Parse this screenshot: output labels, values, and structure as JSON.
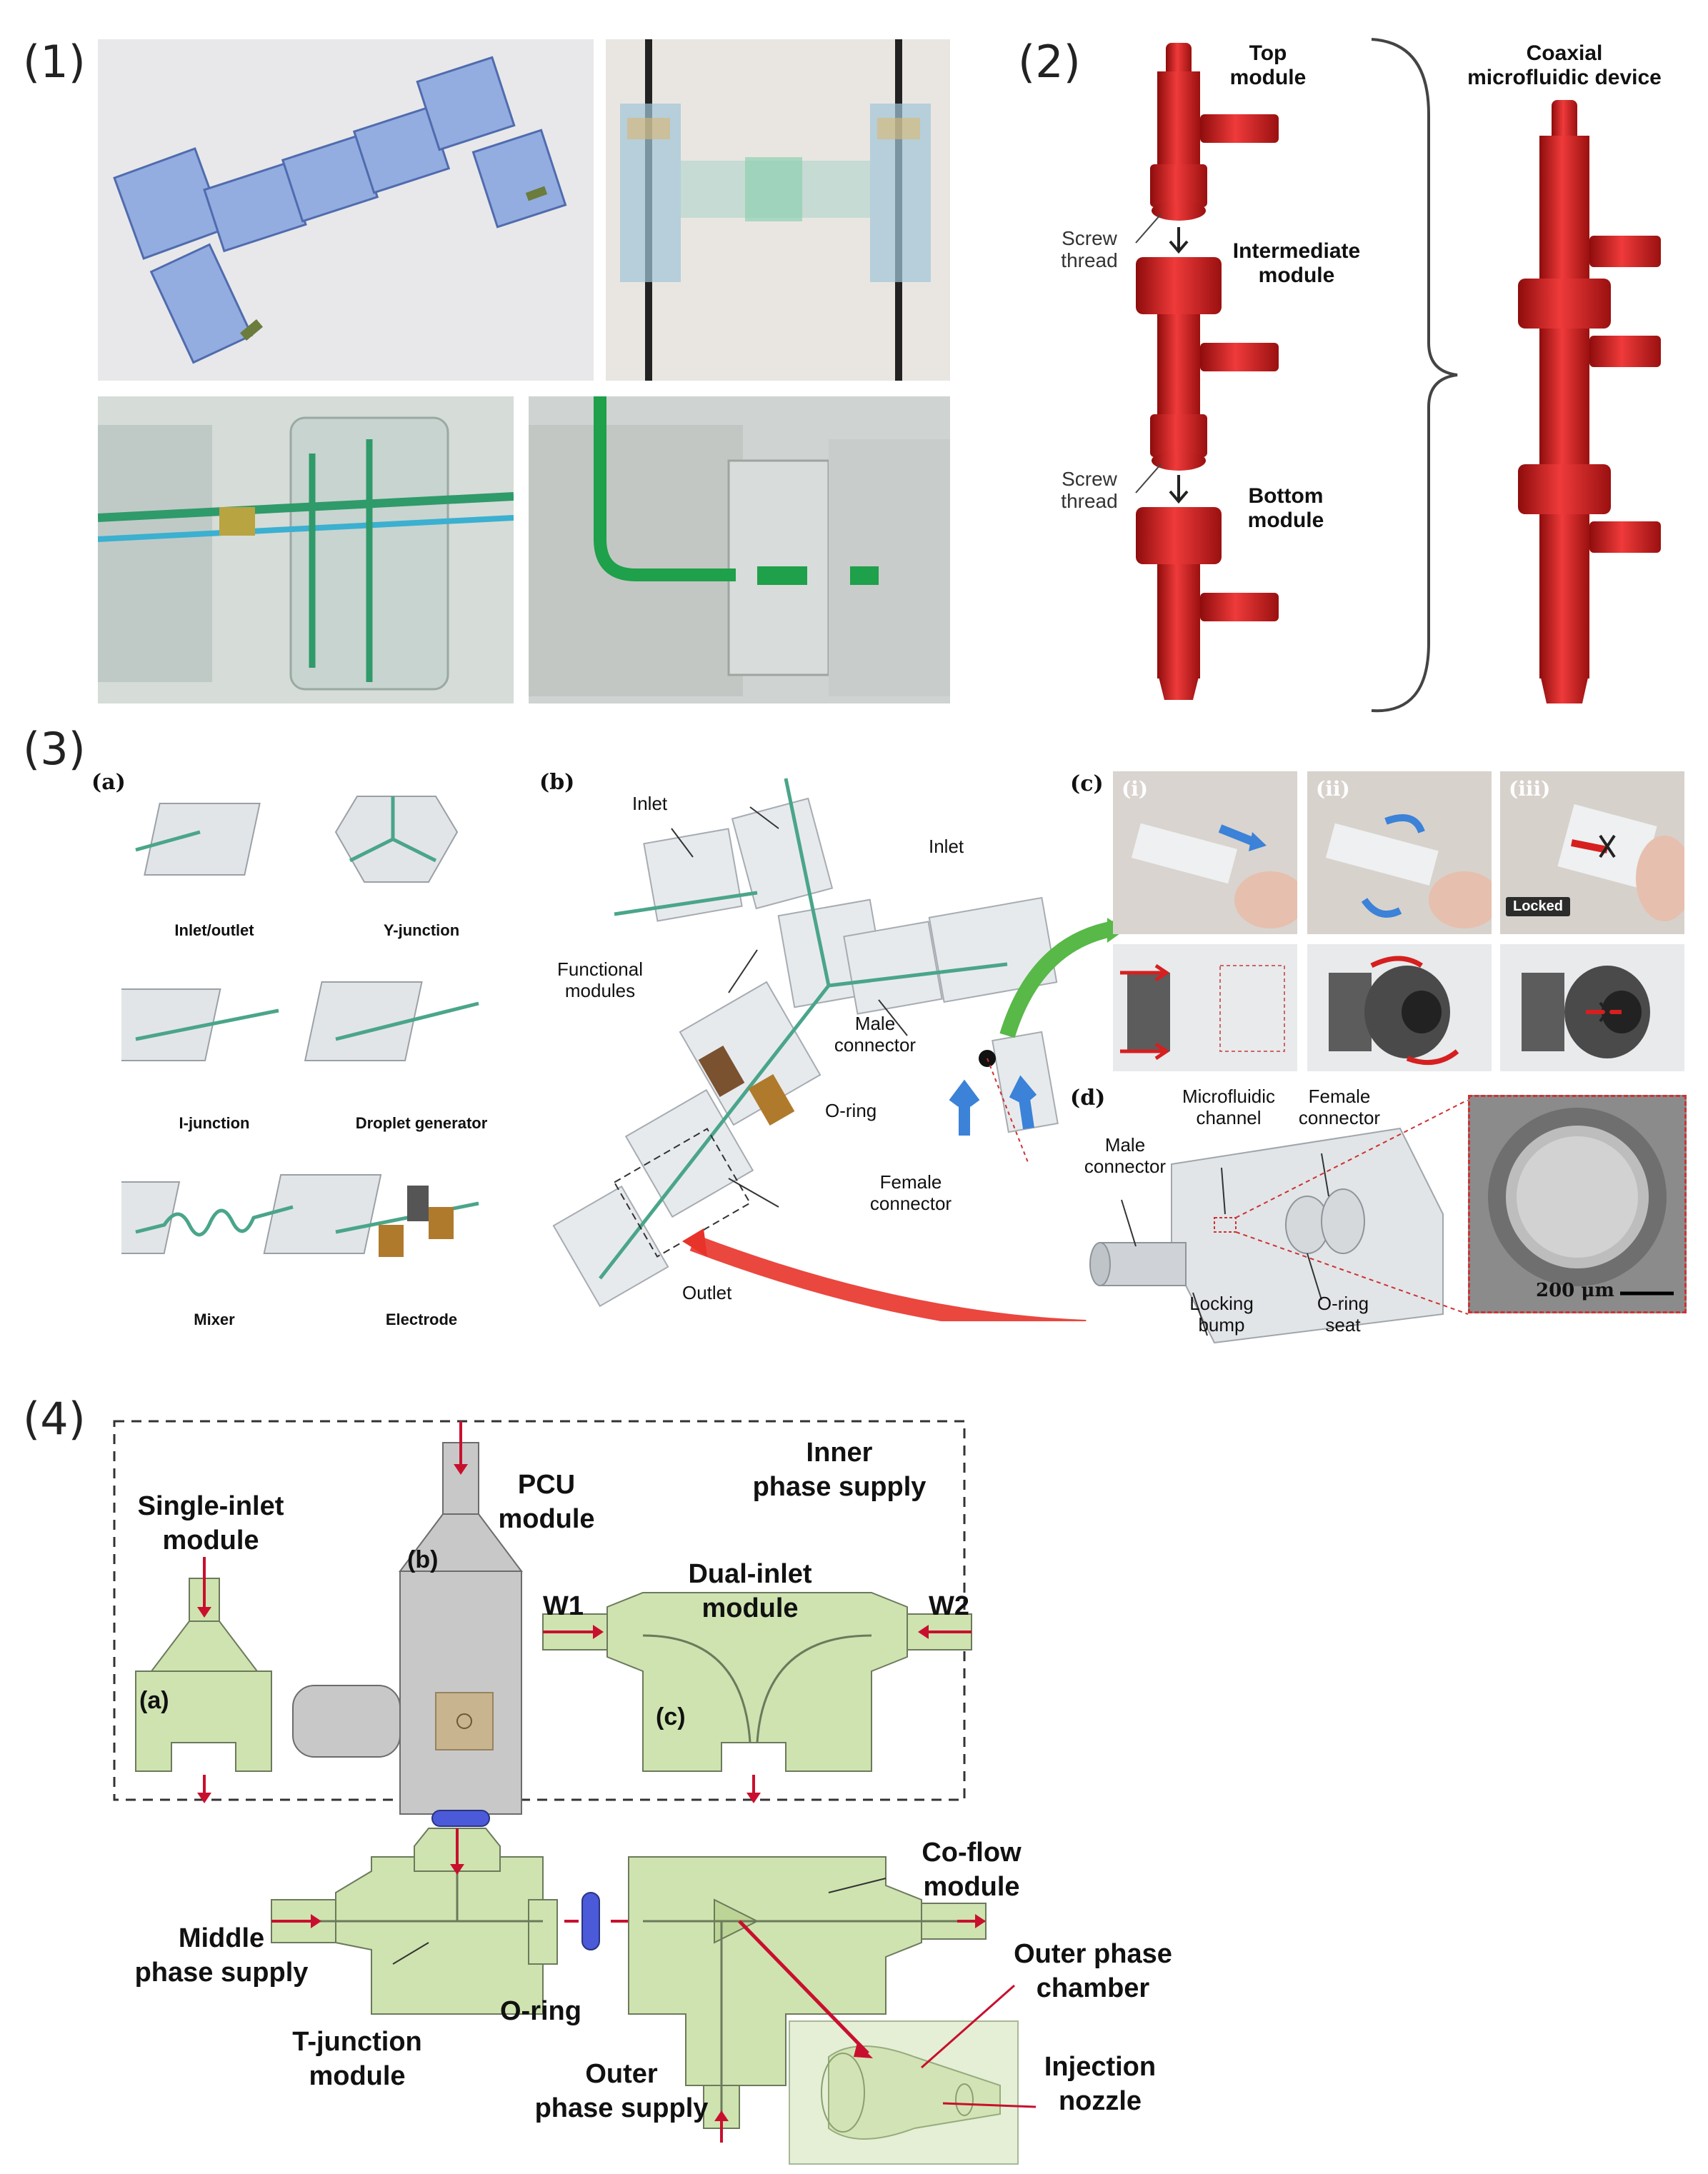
{
  "panels": {
    "p1": {
      "label": "(1)"
    },
    "p2": {
      "label": "(2)",
      "top_module": "Top\nmodule",
      "intermediate_module": "Intermediate\nmodule",
      "bottom_module": "Bottom\nmodule",
      "screw_thread_1": "Screw\nthread",
      "screw_thread_2": "Screw\nthread",
      "device_title": "Coaxial\nmicrofluidic device"
    },
    "p3": {
      "label": "(3)",
      "a": {
        "tag": "(a)",
        "modules": [
          "Inlet/outlet",
          "Y-junction",
          "I-junction",
          "Droplet generator",
          "Mixer",
          "Electrode"
        ]
      },
      "b": {
        "tag": "(b)",
        "inlet_1": "Inlet",
        "inlet_2": "Inlet",
        "functional": "Functional\nmodules",
        "male": "Male\nconnector",
        "oring": "O-ring",
        "female": "Female\nconnector",
        "outlet": "Outlet"
      },
      "c": {
        "tag": "(c)",
        "i": "(i)",
        "ii": "(ii)",
        "iii": "(iii)",
        "locked": "Locked"
      },
      "d": {
        "tag": "(d)",
        "male": "Male\nconnector",
        "channel": "Microfluidic\nchannel",
        "female": "Female\nconnector",
        "bump": "Locking\nbump",
        "seat": "O-ring\nseat",
        "scale": "200 μm"
      }
    },
    "p4": {
      "label": "(4)",
      "single_inlet": "Single-inlet\nmodule",
      "pcu": "PCU\nmodule",
      "inner_phase": "Inner\nphase supply",
      "dual_inlet": "Dual-inlet\nmodule",
      "w1": "W1",
      "w2": "W2",
      "tag_a": "(a)",
      "tag_b": "(b)",
      "tag_c": "(c)",
      "middle_phase": "Middle\nphase supply",
      "t_junction": "T-junction\nmodule",
      "oring": "O-ring",
      "outer_phase_supply": "Outer\nphase supply",
      "coflow": "Co-flow\nmodule",
      "outer_chamber": "Outer phase\nchamber",
      "nozzle": "Injection\nnozzle"
    }
  },
  "colors": {
    "red_module": "#d81f1f",
    "green_module": "#cfe3b0",
    "blue_cad": "#7d9ad6",
    "arrow_red": "#c8102e"
  }
}
